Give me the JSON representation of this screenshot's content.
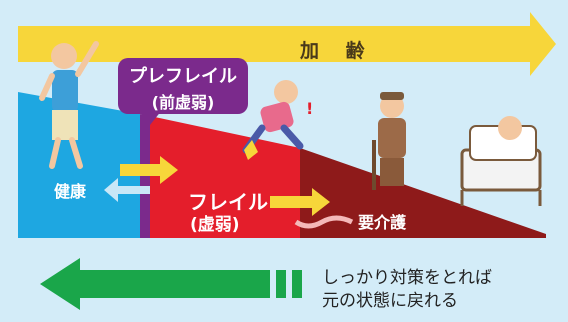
{
  "aging_arrow": {
    "label": "加 齢",
    "color": "#f7d63a"
  },
  "stages": {
    "prefrail": {
      "title": "プレフレイル",
      "subtitle": "(前虚弱)",
      "color": "#7b2a8c"
    },
    "healthy": {
      "label": "健康",
      "color": "#1ea7e1"
    },
    "frail": {
      "title": "フレイル",
      "subtitle": "(虚弱)",
      "color": "#e41e2b"
    },
    "care": {
      "label": "要介護",
      "color": "#8e1a1a"
    }
  },
  "recovery": {
    "line1": "しっかり対策をとれば",
    "line2": "元の状態に戻れる",
    "color": "#1aa64a"
  }
}
